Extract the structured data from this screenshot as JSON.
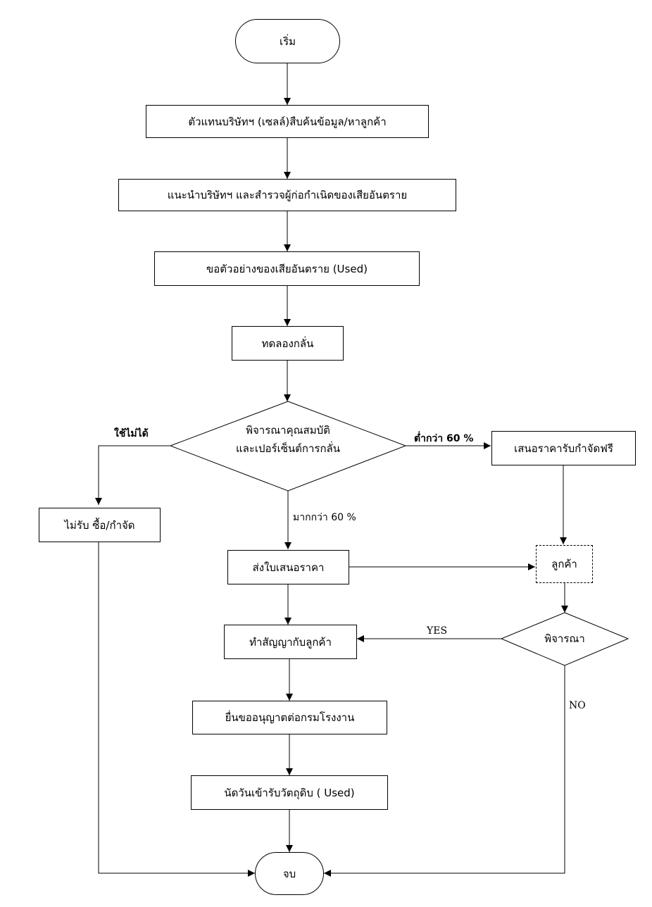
{
  "nodes": {
    "start": "เริ่ม",
    "find_info": "ตัวแทนบริษัทฯ (เซลล์)สืบค้นข้อมูล/หาลูกค้า",
    "introduce": "แนะนำบริษัทฯ และสำรวจผู้ก่อกำเนิดของเสียอันตราย",
    "request_sample": "ขอตัวอย่างของเสียอันตราย (Used)",
    "test_distill": "ทดลองกลั่น",
    "consider_line1": "พิจารณาคุณสมบัติ",
    "consider_line2": "และเปอร์เซ็นต์การกลั่น",
    "reject": "ไม่รับ ซื้อ/กำจัด",
    "offer_free": "เสนอราคารับกำจัดฟรี",
    "send_quote": "ส่งใบเสนอราคา",
    "customer": "ลูกค้า",
    "decide": "พิจารณา",
    "contract": "ทำสัญญากับลูกค้า",
    "permit": "ยื่นขออนุญาตต่อกรมโรงงาน",
    "schedule": "นัดวันเข้ารับวัตถุดิบ ( Used)",
    "end": "จบ"
  },
  "edge_labels": {
    "unusable": "ใช้ไม่ได้",
    "below_60": "ต่ำกว่า 60 %",
    "above_60": "มากกว่า 60 %",
    "yes": "YES",
    "no": "NO"
  }
}
